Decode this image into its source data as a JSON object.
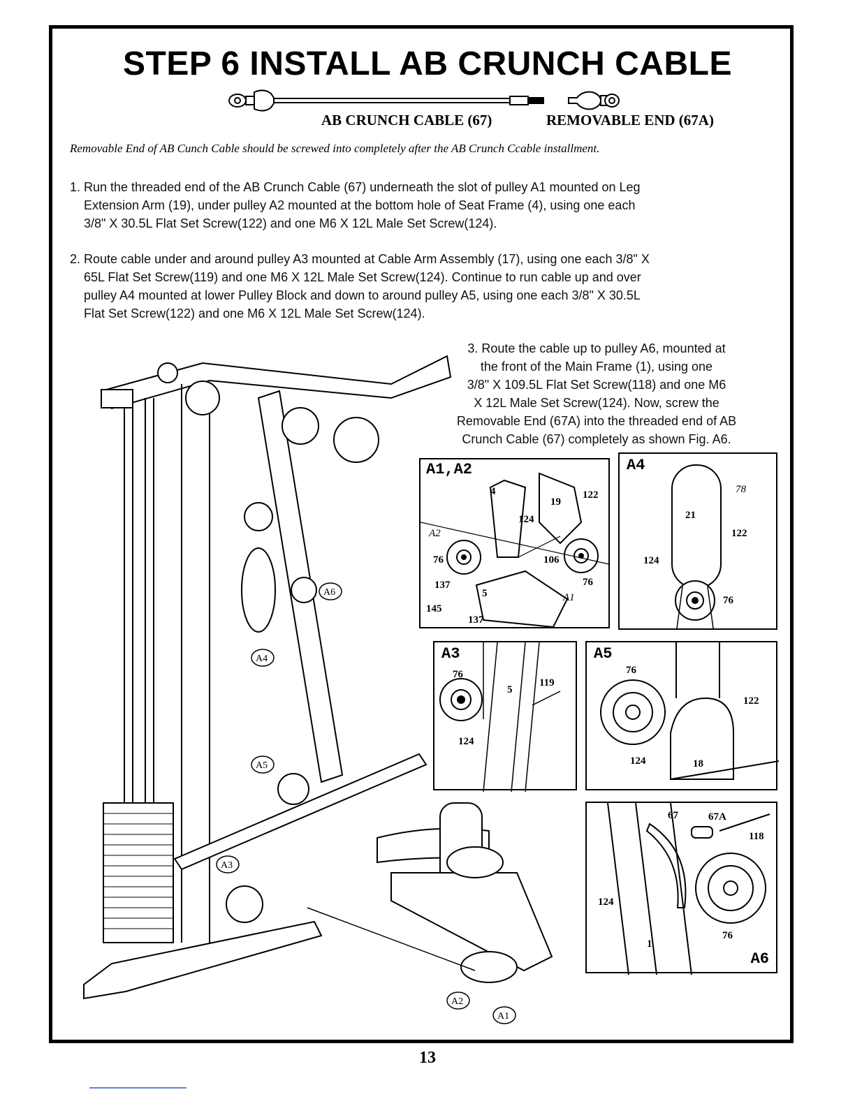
{
  "title": "STEP 6  INSTALL AB CRUNCH CABLE",
  "cable": {
    "label": "AB CRUNCH CABLE (67)",
    "end_label": "REMOVABLE END (67A)"
  },
  "note": "Removable End of AB Cunch Cable should be screwed into completely after the AB Crunch Ccable installment.",
  "instructions": [
    {
      "lines": [
        "1. Run the threaded end of the AB Crunch Cable (67) underneath the slot of pulley A1 mounted on Leg",
        "Extension Arm (19), under pulley A2 mounted at the bottom hole of Seat Frame (4), using one each",
        "3/8\" X 30.5L Flat Set Screw(122) and one M6 X 12L Male Set Screw(124)."
      ]
    },
    {
      "lines": [
        "2. Route cable under and around pulley A3 mounted at Cable Arm Assembly (17), using one each 3/8\" X",
        "65L Flat Set Screw(119) and one M6 X 12L Male Set Screw(124).  Continue to run cable up and over",
        "pulley A4 mounted at lower Pulley Block and down to around pulley A5, using one each 3/8\" X 30.5L",
        "Flat Set Screw(122) and one M6 X 12L Male Set Screw(124)."
      ]
    }
  ],
  "step3": {
    "lines": [
      "3. Route the cable up to pulley A6, mounted at",
      "the front of the Main Frame (1), using one",
      "3/8\" X 109.5L Flat Set Screw(118) and one M6",
      "X 12L Male Set Screw(124).  Now, screw the",
      "Removable End (67A) into the threaded end of AB",
      "Crunch Cable (67) completely as shown Fig. A6."
    ]
  },
  "callouts": {
    "main": [
      "A6",
      "A4",
      "A5",
      "A3",
      "A2",
      "A1"
    ]
  },
  "panels": {
    "a1a2": {
      "label": "A1,A2",
      "parts": [
        "4",
        "19",
        "122",
        "124",
        "A2",
        "76",
        "106",
        "76",
        "137",
        "5",
        "A1",
        "145",
        "137"
      ]
    },
    "a4": {
      "label": "A4",
      "parts": [
        "78",
        "21",
        "122",
        "124",
        "76"
      ]
    },
    "a3": {
      "label": "A3",
      "parts": [
        "76",
        "5",
        "119",
        "124"
      ]
    },
    "a5": {
      "label": "A5",
      "parts": [
        "76",
        "122",
        "124",
        "18"
      ]
    },
    "a6": {
      "label": "A6",
      "parts": [
        "67",
        "67A",
        "118",
        "124",
        "76",
        "1"
      ]
    }
  },
  "page_number": "13"
}
